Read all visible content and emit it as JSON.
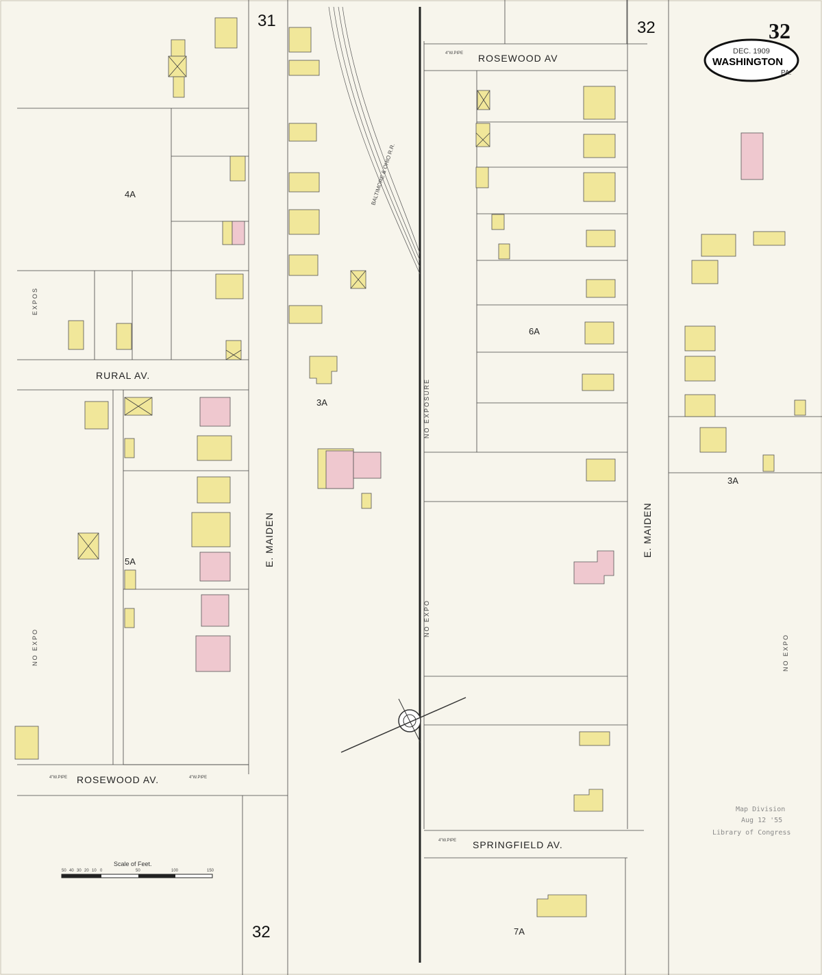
{
  "sheet": {
    "number": "32",
    "title_date": "DEC. 1909",
    "title_city": "WASHINGTON",
    "title_state": "PA."
  },
  "adjacent_sheets": {
    "top_left": "31",
    "top_right": "32",
    "bottom": "32"
  },
  "streets": {
    "rosewood_top": "ROSEWOOD AV",
    "rosewood_bottom": "ROSEWOOD AV.",
    "rural": "RURAL AV.",
    "springfield": "SPRINGFIELD AV.",
    "maiden_left": "E. MAIDEN",
    "maiden_right": "E. MAIDEN"
  },
  "blocks": [
    "4A",
    "5A",
    "3A",
    "6A",
    "3A",
    "7A"
  ],
  "railroad": "BALTIMORE & OHIO R.R.",
  "scale": {
    "label": "Scale of Feet.",
    "ticks": [
      "50",
      "40",
      "30",
      "20",
      "10",
      "0",
      "50",
      "100",
      "150"
    ]
  },
  "stamp": [
    "Map Division",
    "Aug 12 '55",
    "Library of Congress"
  ],
  "water_pipe": "4\"W.PIPE",
  "colors": {
    "frame": "#dwelling #f1e79a",
    "brick": "#efc8cf"
  }
}
